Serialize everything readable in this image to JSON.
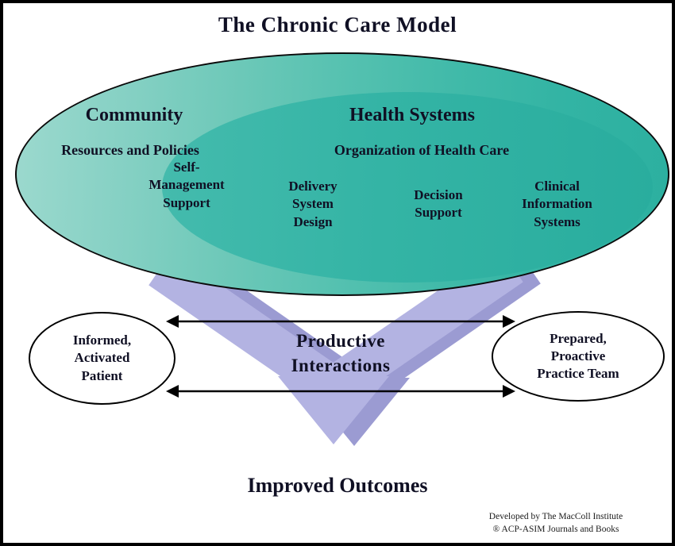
{
  "title": "The Chronic Care Model",
  "model": {
    "community": {
      "heading": "Community",
      "subheading": "Resources and Policies"
    },
    "health_systems": {
      "heading": "Health Systems",
      "subheading": "Organization of Health Care"
    },
    "elements": [
      {
        "label": "Self-\nManagement\nSupport"
      },
      {
        "label": "Delivery\nSystem\nDesign"
      },
      {
        "label": "Decision\nSupport"
      },
      {
        "label": "Clinical\nInformation\nSystems"
      }
    ]
  },
  "interaction": {
    "patient": "Informed,\nActivated\nPatient",
    "label": "Productive\nInteractions",
    "team": "Prepared,\nProactive\nPractice Team"
  },
  "outcome": "Improved Outcomes",
  "credits": {
    "line1": "Developed by The MacColl Institute",
    "line2": "® ACP-ASIM Journals and Books"
  },
  "colors": {
    "ellipse_light": "#9cd9ce",
    "ellipse_dark": "#2cb0a0",
    "inner_ellipse": "#34b4a5",
    "arrow_lavender_front": "#b3b3e2",
    "arrow_lavender_back": "#9b9bd2",
    "text": "#101024"
  }
}
